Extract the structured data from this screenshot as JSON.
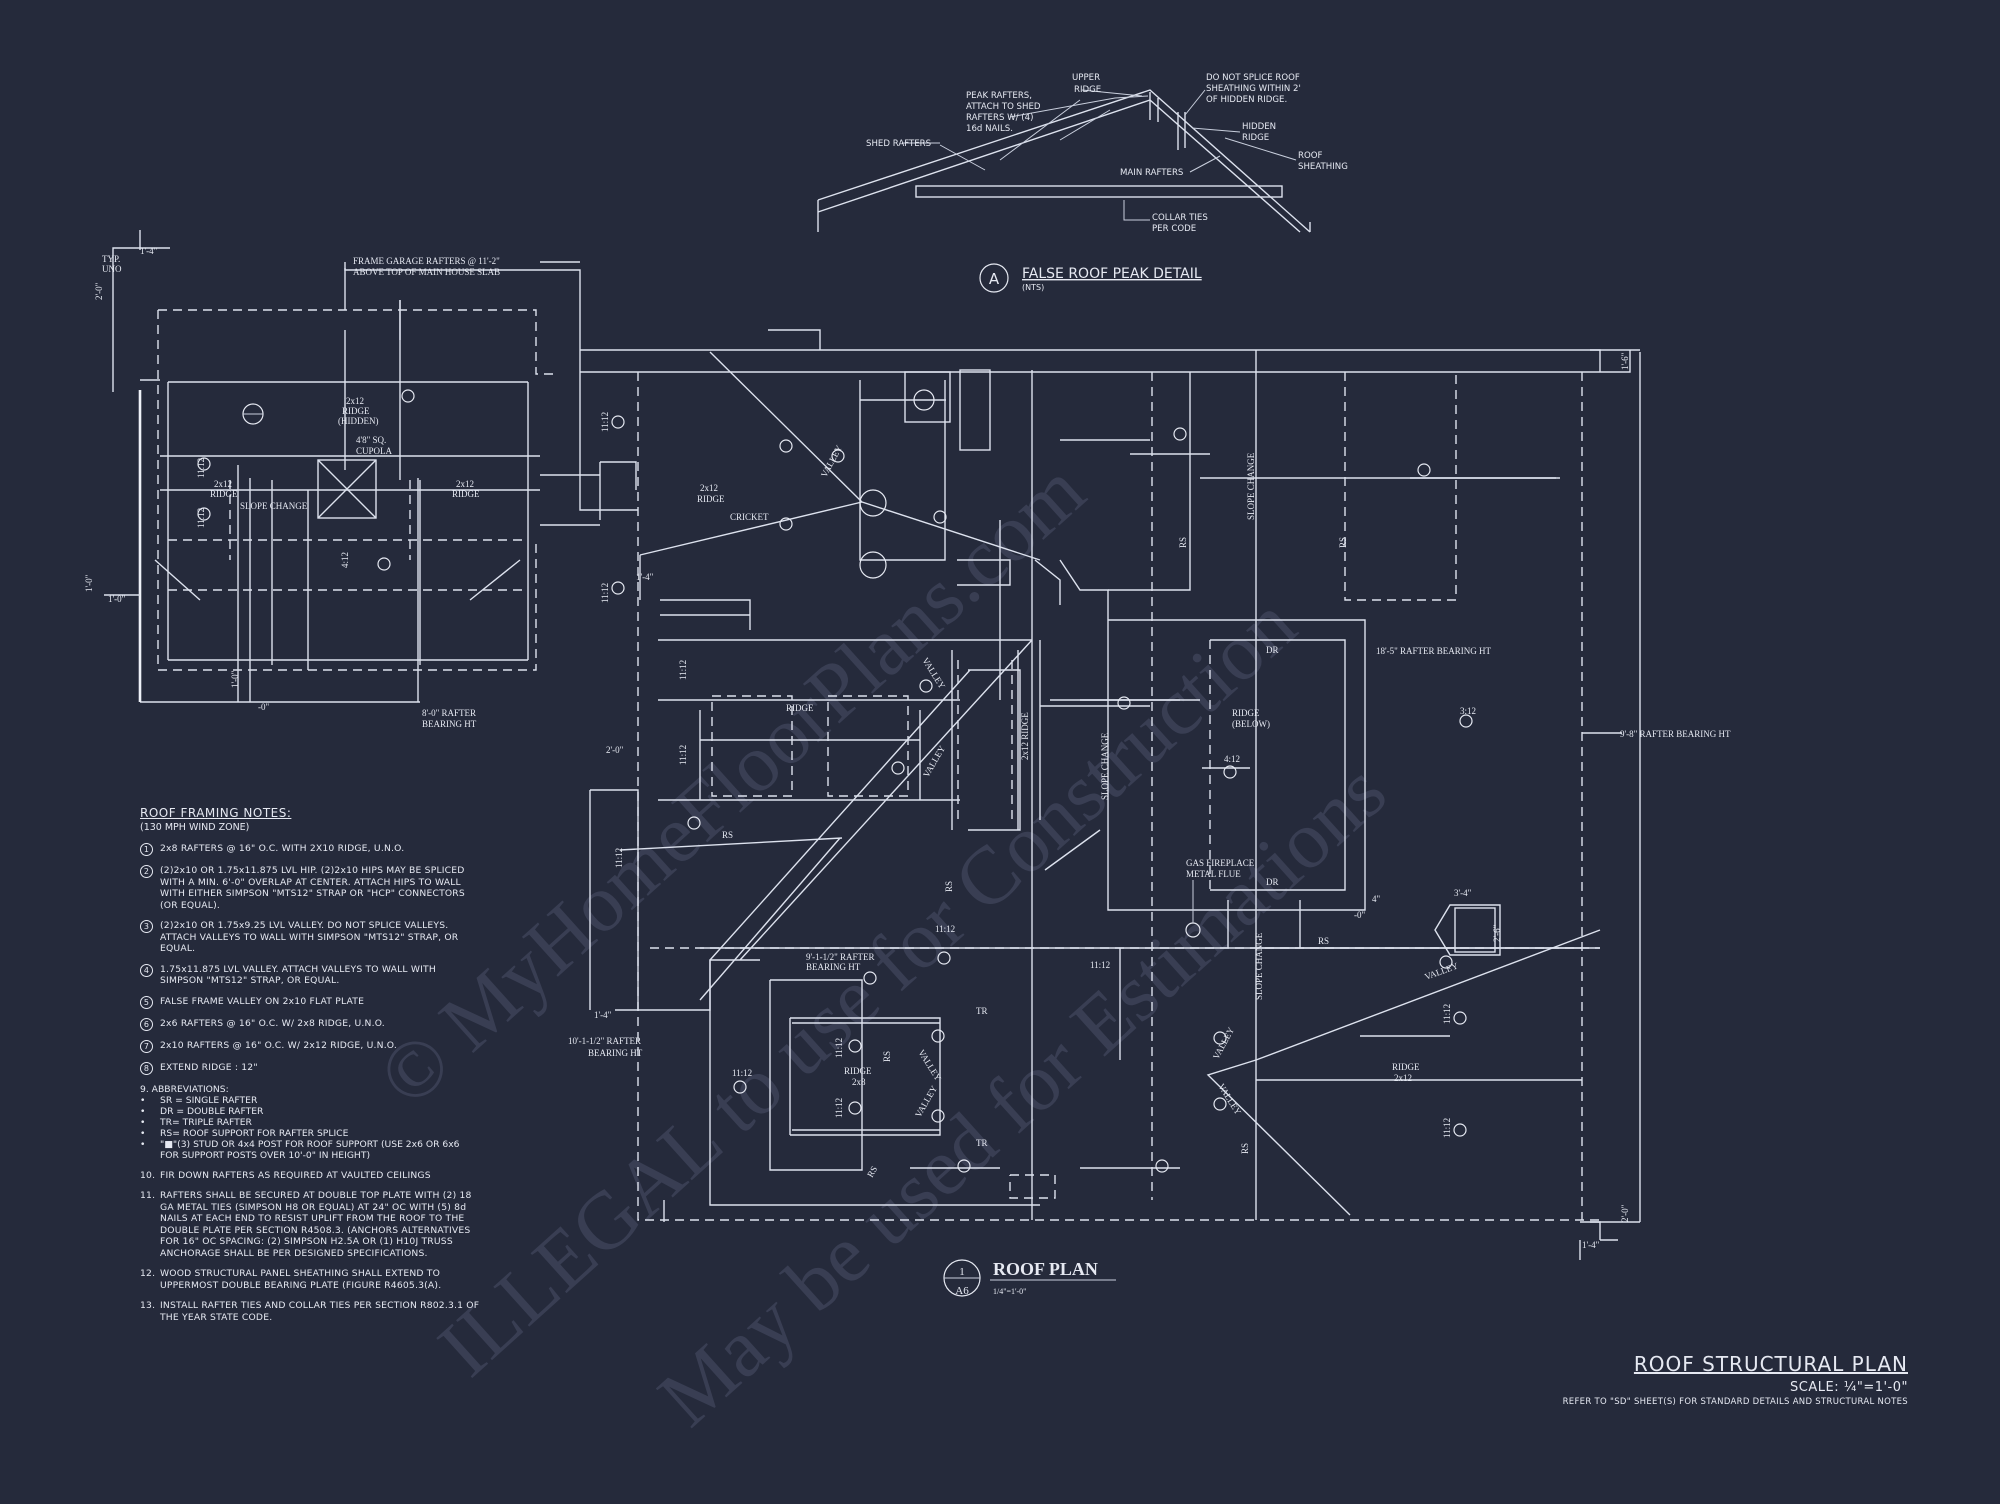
{
  "colors": {
    "background": "#252a3b",
    "lines": "#dde2ee",
    "watermark": "#4a5068"
  },
  "watermark": {
    "line1": "© MyHomeFloorPlans.com",
    "line2": "ILLEGAL to use for Construction",
    "line3": "May be used for Estimations"
  },
  "detail_a": {
    "bubble": "A",
    "title": "FALSE ROOF PEAK DETAIL",
    "scale": "(NTS)",
    "labels": {
      "upper_ridge_1": "UPPER",
      "upper_ridge_2": "RIDGE",
      "peak_1": "PEAK RAFTERS,",
      "peak_2": "ATTACH TO SHED",
      "peak_3": "RAFTERS W/ (4)",
      "peak_4": "16d NAILS.",
      "shed": "SHED RAFTERS",
      "splice_1": "DO NOT SPLICE ROOF",
      "splice_2": "SHEATHING WITHIN 2'",
      "splice_3": "OF HIDDEN RIDGE.",
      "hidden_1": "HIDDEN",
      "hidden_2": "RIDGE",
      "sheath_1": "ROOF",
      "sheath_2": "SHEATHING",
      "main": "MAIN RAFTERS",
      "collar_1": "COLLAR TIES",
      "collar_2": "PER CODE"
    }
  },
  "plan": {
    "title": "ROOF PLAN",
    "sheet_num": "1",
    "sheet_ref": "A6",
    "scale": "1/4\"=1'-0\"",
    "annotations": {
      "typ": "TYP.",
      "uno": "UNO",
      "d_1_4": "1'-4\"",
      "d_2_0": "2'-0\"",
      "frame_garage_1": "FRAME GARAGE RAFTERS @ 11'-2\"",
      "frame_garage_2": "ABOVE TOP OF MAIN HOUSE SLAB",
      "ridge_2x12": "2x12",
      "ridge_word": "RIDGE",
      "hidden": "(HIDDEN)",
      "cupola_1": "4'8\" SQ.",
      "cupola_2": "CUPOLA",
      "slope_change": "SLOPE CHANGE",
      "pitch_11_12": "11:12",
      "pitch_4_12": "4:12",
      "pitch_3_12": "3:12",
      "rafter_bearing_8": "8'-0\" RAFTER",
      "bearing_ht": "BEARING HT",
      "cricket": "CRICKET",
      "valley": "VALLEY",
      "ridge_2x12_vert": "2x12 RIDGE",
      "dr": "DR",
      "tr": "TR",
      "rs": "RS",
      "ridge_below_1": "RIDGE",
      "ridge_below_2": "(BELOW)",
      "bearing_18_5": "18'-5\" RAFTER BEARING HT",
      "bearing_9_8": "9'-8\" RAFTER BEARING HT",
      "gas_1": "GAS FIREPLACE",
      "gas_2": "METAL FLUE",
      "bearing_9_1_1": "9'-1-1/2\" RAFTER",
      "bearing_9_1_2": "BEARING HT",
      "bearing_10_1_1": "10'-1-1/2\" RAFTER",
      "bearing_10_1_2": "BEARING HT",
      "ridge_2x8": "2x8",
      "d_3_4": "3'-4\"",
      "d_2_6": "2'-6\"",
      "d_1_6": "1'-6\"",
      "d_1_0": "1'-0\"",
      "d_4": "4\"",
      "d_0": "-0\""
    }
  },
  "notes": {
    "title": "ROOF FRAMING NOTES:",
    "subtitle": "(130 MPH WIND ZONE)",
    "items": [
      {
        "n": "1",
        "t": "2x8 RAFTERS @ 16\" O.C. WITH 2X10 RIDGE, U.N.O."
      },
      {
        "n": "2",
        "t": "(2)2x10 OR 1.75x11.875 LVL HIP. (2)2x10 HIPS MAY BE SPLICED WITH A MIN. 6'-0\" OVERLAP AT CENTER. ATTACH HIPS TO WALL WITH EITHER SIMPSON \"MTS12\" STRAP OR \"HCP\" CONNECTORS (OR EQUAL)."
      },
      {
        "n": "3",
        "t": "(2)2x10 OR 1.75x9.25 LVL VALLEY. DO NOT SPLICE VALLEYS. ATTACH VALLEYS TO WALL WITH SIMPSON \"MTS12\" STRAP, OR EQUAL."
      },
      {
        "n": "4",
        "t": "1.75x11.875 LVL VALLEY. ATTACH VALLEYS TO WALL WITH SIMPSON \"MTS12\" STRAP, OR EQUAL."
      },
      {
        "n": "5",
        "t": "FALSE FRAME VALLEY ON 2x10 FLAT PLATE"
      },
      {
        "n": "6",
        "t": "2x6 RAFTERS @ 16\" O.C. W/ 2x8 RIDGE, U.N.O."
      },
      {
        "n": "7",
        "t": "2x10 RAFTERS @ 16\" O.C. W/ 2x12 RIDGE, U.N.O."
      },
      {
        "n": "8",
        "t": "EXTEND RIDGE : 12\""
      }
    ],
    "abbr_title": "9. ABBREVIATIONS:",
    "abbr": [
      "SR = SINGLE RAFTER",
      "DR = DOUBLE RAFTER",
      "TR= TRIPLE RAFTER",
      "RS= ROOF SUPPORT FOR RAFTER SPLICE",
      "\"■\"(3) STUD OR 4x4 POST FOR ROOF SUPPORT (USE 2x6 OR 6x6 FOR SUPPORT POSTS OVER 10'-0\" IN HEIGHT)"
    ],
    "items2": [
      {
        "n": "10.",
        "t": "FIR DOWN RAFTERS AS REQUIRED AT VAULTED CEILINGS"
      },
      {
        "n": "11.",
        "t": "RAFTERS SHALL BE SECURED AT DOUBLE TOP PLATE WITH (2) 18 GA METAL TIES (SIMPSON H8 OR EQUAL) AT 24\" OC WITH (5) 8d NAILS AT EACH END TO RESIST UPLIFT FROM THE ROOF TO THE DOUBLE PLATE PER SECTION R4508.3. (ANCHORS ALTERNATIVES FOR 16\" OC SPACING: (2) SIMPSON H2.5A OR (1) H10J TRUSS ANCHORAGE SHALL BE PER DESIGNED SPECIFICATIONS."
      },
      {
        "n": "12.",
        "t": "WOOD STRUCTURAL PANEL SHEATHING SHALL EXTEND TO UPPERMOST DOUBLE BEARING PLATE (FIGURE R4605.3(A)."
      },
      {
        "n": "13.",
        "t": "INSTALL RAFTER TIES AND COLLAR TIES PER SECTION R802.3.1 OF THE YEAR STATE CODE."
      }
    ]
  },
  "title_block": {
    "title": "ROOF STRUCTURAL PLAN",
    "scale": "SCALE: ¼\"=1'-0\"",
    "ref": "REFER TO \"SD\" SHEET(S) FOR STANDARD DETAILS AND STRUCTURAL NOTES"
  }
}
